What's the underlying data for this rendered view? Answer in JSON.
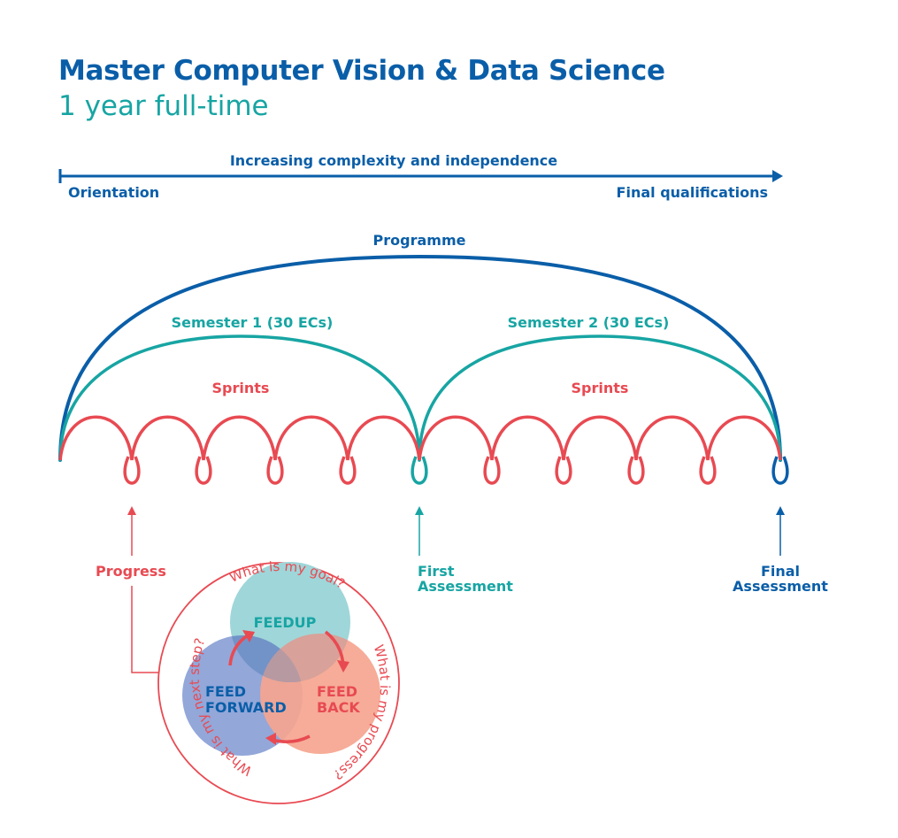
{
  "header": {
    "title": "Master Computer Vision & Data Science",
    "subtitle": "1 year full-time"
  },
  "timeline": {
    "label": "Increasing complexity and independence",
    "start": "Orientation",
    "end": "Final qualifications"
  },
  "arcs": {
    "programme": "Programme",
    "semester1": "Semester 1 (30 ECs)",
    "semester2": "Semester 2 (30 ECs)",
    "sprints1": "Sprints",
    "sprints2": "Sprints"
  },
  "markers": {
    "progress": "Progress",
    "first_line1": "First",
    "first_line2": "Assessment",
    "final_line1": "Final",
    "final_line2": "Assessment"
  },
  "feedback": {
    "feedup": "FEEDUP",
    "feedforward_line1": "FEED",
    "feedforward_line2": "FORWARD",
    "feedback_line1": "FEED",
    "feedback_line2": "BACK",
    "q_goal": "What is my goal?",
    "q_progress": "What is my progress?",
    "q_next": "What is my next step?"
  },
  "colors": {
    "blue": "#0a5ea8",
    "teal": "#17a5a3",
    "red": "#e84a52",
    "feedup_fill": "#9fd6d9",
    "feedforward_fill": "#8a9fd6",
    "feedback_fill": "#f5a58f"
  }
}
